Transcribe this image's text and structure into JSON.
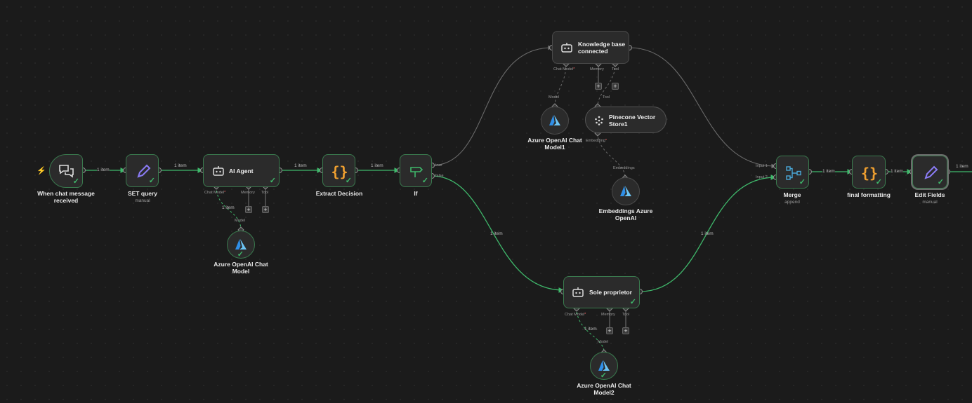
{
  "nodes": {
    "chat_trigger": {
      "label": "When chat message received"
    },
    "set_query": {
      "label": "SET query",
      "subtitle": "manual"
    },
    "ai_agent": {
      "label": "AI Agent"
    },
    "ai_agent_model": {
      "label": "Azure OpenAI Chat Model"
    },
    "extract_decision": {
      "label": "Extract Decision"
    },
    "if": {
      "label": "If",
      "out_true": "true",
      "out_false": "false"
    },
    "kb_agent": {
      "label": "Knowledge base connected"
    },
    "kb_model": {
      "label": "Azure OpenAI Chat Model1"
    },
    "pinecone": {
      "label": "Pinecone Vector Store1"
    },
    "embeddings": {
      "label": "Embeddings Azure OpenAI"
    },
    "sole": {
      "label": "Sole proprietor"
    },
    "sole_model": {
      "label": "Azure OpenAI Chat Model2"
    },
    "merge": {
      "label": "Merge",
      "subtitle": "append",
      "in1": "Input 1",
      "in2": "Input 2"
    },
    "final_formatting": {
      "label": "final formatting"
    },
    "edit_fields": {
      "label": "Edit Fields",
      "subtitle": "manual"
    }
  },
  "ports": {
    "chat_model": "Chat Model",
    "memory": "Memory",
    "tool": "Tool",
    "model": "Model",
    "embedding": "Embedding",
    "embeddings": "Embeddings",
    "required_mark": "*"
  },
  "item_count": "1 item",
  "colors": {
    "background": "#1b1b1b",
    "node_fill": "#2b2b2b",
    "success_edge": "#3fb86b",
    "idle_edge": "#6a6a6a",
    "azure_blue": "#2f8fe8",
    "code_orange": "#f0a030",
    "pencil_purple": "#8b7cf6",
    "if_green": "#3fb86b",
    "merge_blue": "#4aa8d8",
    "trigger_accent": "#ff6d5a"
  }
}
